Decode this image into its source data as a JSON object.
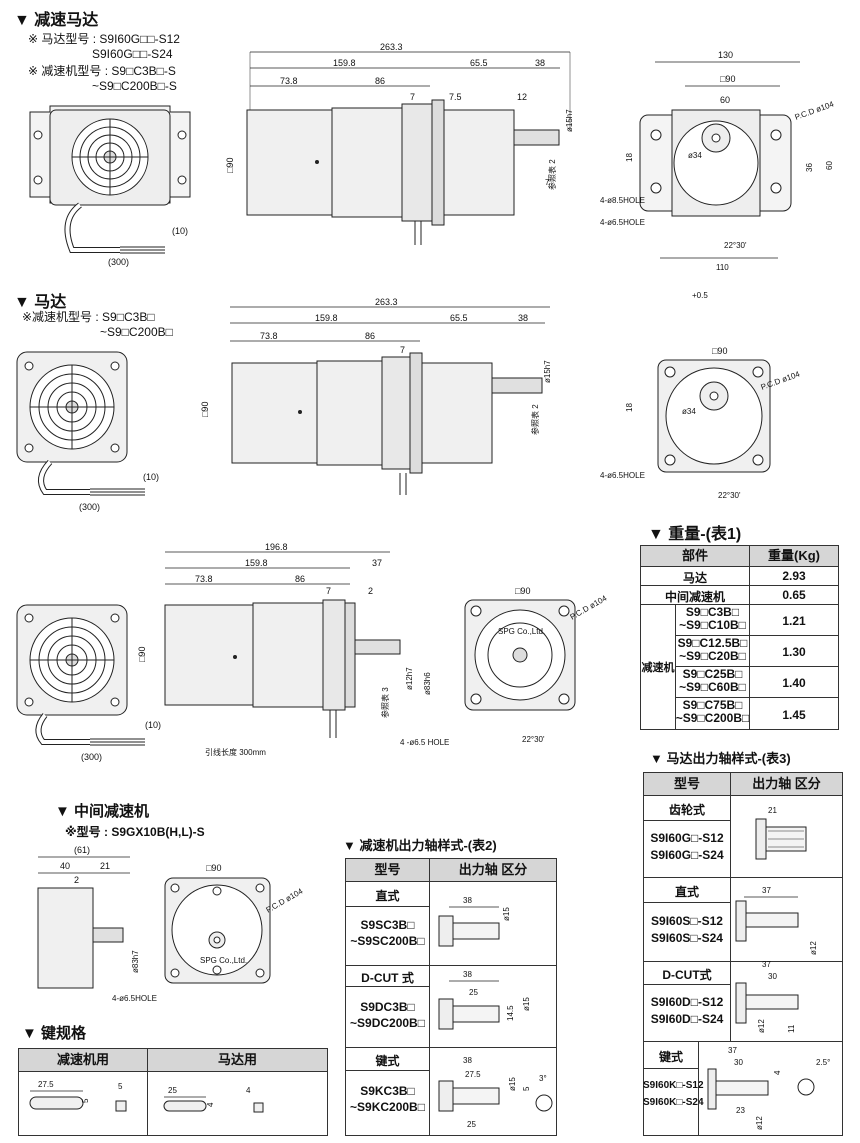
{
  "sec1": {
    "title": "▼ 减速马达",
    "notes": [
      "※ 马达型号  : S9I60G□□-S12",
      "S9I60G□□-S24",
      "※ 减速机型号  : S9□C3B□-S",
      "~S9□C200B□-S"
    ],
    "dims": {
      "d263": "263.3",
      "d159": "159.8",
      "d65": "65.5",
      "d38": "38",
      "d73": "73.8",
      "d86": "86",
      "d7a": "7",
      "d75": "7.5",
      "d12": "12",
      "d7b": "7",
      "shaft": "ø15h7",
      "key": "参照表 2",
      "sq90": "□90",
      "cable10": "(10)",
      "cable300": "(300)"
    },
    "front": {
      "d130": "130",
      "sq90": "□90",
      "d60": "60",
      "pcd": "P.C.D ø104",
      "d34": "ø34",
      "d18": "18",
      "d36": "36",
      "d60v": "60",
      "h85": "4-ø8.5HOLE",
      "h65": "4-ø6.5HOLE",
      "angle": "22°30'",
      "d110": "110"
    }
  },
  "sec2": {
    "title": "▼ 马达",
    "notes": [
      "※减速机型号  : S9□C3B□",
      "~S9□C200B□"
    ],
    "dims": {
      "d263": "263.3",
      "d159": "159.8",
      "d65": "65.5",
      "d38": "38",
      "d73": "73.8",
      "d86": "86",
      "d7": "7",
      "shaft": "ø15h7",
      "key": "参照表 2",
      "sq90": "□90",
      "cable10": "(10)",
      "cable300": "(300)"
    },
    "front": {
      "sq90": "□90",
      "pcd": "P.C.D ø104",
      "d34": "ø34",
      "d18": "18",
      "h65": "4-ø6.5HOLE",
      "angle": "22°30'",
      "tiny": "+0.5"
    }
  },
  "sec3": {
    "dims": {
      "d196": "196.8",
      "d159": "159.8",
      "d37": "37",
      "d73": "73.8",
      "d86": "86",
      "d7": "7",
      "d2": "2",
      "sq90": "□90",
      "shaft": "ø12h7",
      "hub": "ø83h6",
      "key": "参照表 3",
      "cable10": "(10)",
      "cable300": "(300)",
      "lead": "引线长度  300mm"
    },
    "front": {
      "sq90": "□90",
      "pcd": "P.C.D ø104",
      "h65": "4 -ø6.5 HOLE",
      "angle": "22°30'",
      "brand": "SPG Co.,Ltd."
    }
  },
  "weight": {
    "title": "▼ 重量-(表1)",
    "headers": [
      "部件",
      "重量(Kg)"
    ],
    "rows": [
      {
        "part": "马达",
        "kg": "2.93"
      },
      {
        "part": "中间减速机",
        "kg": "0.65"
      }
    ],
    "group_label": "减速机",
    "group_rows": [
      {
        "l1": "S9□C3B□",
        "l2": "~S9□C10B□",
        "kg": "1.21"
      },
      {
        "l1": "S9□C12.5B□",
        "l2": "~S9□C20B□",
        "kg": "1.30"
      },
      {
        "l1": "S9□C25B□",
        "l2": "~S9□C60B□",
        "kg": "1.40"
      },
      {
        "l1": "S9□C75B□",
        "l2": "~S9□C200B□",
        "kg": "1.45"
      }
    ]
  },
  "mid": {
    "title": "▼ 中间减速机",
    "note": "※型号  : S9GX10B(H,L)-S",
    "dims": {
      "d61": "(61)",
      "d40": "40",
      "d21": "21",
      "d2": "2",
      "hub": "ø83h7",
      "sq90": "□90",
      "pcd": "P.C.D ø104",
      "h65": "4-ø6.5HOLE",
      "brand": "SPG Co.,Ltd."
    }
  },
  "key": {
    "title": "▼ 键规格",
    "headers": [
      "减速机用",
      "马达用"
    ],
    "d275": "27.5",
    "d5a": "5",
    "d5b": "5",
    "d25": "25",
    "d4a": "4",
    "d4b": "4"
  },
  "t2": {
    "title": "▼ 减速机出力轴样式-(表2)",
    "headers": [
      "型号",
      "出力轴 区分"
    ],
    "rows": [
      {
        "style": "直式",
        "m1": "S9SC3B□",
        "m2": "~S9SC200B□",
        "a": "38",
        "b": "ø15"
      },
      {
        "style": "D-CUT 式",
        "m1": "S9DC3B□",
        "m2": "~S9DC200B□",
        "a": "38",
        "b": "25",
        "c": "14.5",
        "d": "ø15"
      },
      {
        "style": "键式",
        "m1": "S9KC3B□",
        "m2": "~S9KC200B□",
        "a": "38",
        "b": "27.5",
        "c": "25",
        "d": "ø15",
        "e": "5",
        "f": "3°"
      }
    ]
  },
  "t3": {
    "title": "▼ 马达出力轴样式-(表3)",
    "headers": [
      "型号",
      "出力轴 区分"
    ],
    "rows": [
      {
        "style": "齿轮式",
        "m1": "S9I60G□-S12",
        "m2": "S9I60G□-S24",
        "a": "21"
      },
      {
        "style": "直式",
        "m1": "S9I60S□-S12",
        "m2": "S9I60S□-S24",
        "a": "37",
        "b": "ø12"
      },
      {
        "style": "D-CUT式",
        "m1": "S9I60D□-S12",
        "m2": "S9I60D□-S24",
        "a": "37",
        "b": "30",
        "c": "ø12",
        "d": "11"
      },
      {
        "style": "键式",
        "m1": "S9I60K□-S12",
        "m2": "S9I60K□-S24",
        "a": "37",
        "b": "30",
        "c": "23",
        "d": "ø12",
        "e": "4",
        "f": "2.5°"
      }
    ]
  }
}
